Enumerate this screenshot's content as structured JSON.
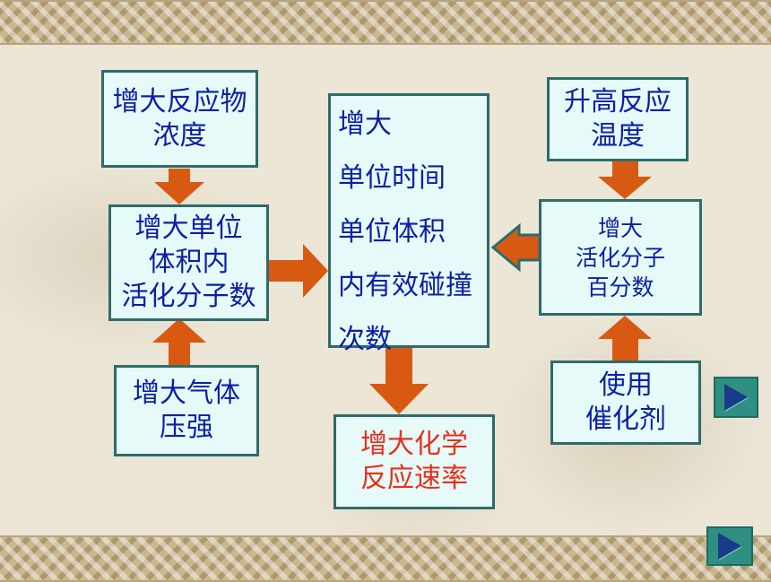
{
  "boxes": {
    "conc_line1": "增大反应物",
    "conc_line2": "浓度",
    "active_line1": "增大单位",
    "active_line2": "体积内",
    "active_line3": "活化分子数",
    "pressure_line1": "增大气体",
    "pressure_line2": "压强",
    "center_line1": "增大",
    "center_line2": "单位时间",
    "center_line3": "单位体积",
    "center_line4": "内有效碰撞",
    "center_line5": "次数",
    "result_line1": "增大化学",
    "result_line2": "反应速率",
    "temp_line1": "升高反应",
    "temp_line2": "温度",
    "percent_line1": "增大",
    "percent_line2": "活化分子",
    "percent_line3": "百分数",
    "catalyst_line1": "使用",
    "catalyst_line2": "催化剂"
  },
  "colors": {
    "box_fill": "#e6fafa",
    "box_border": "#2f6b6b",
    "text_blue": "#0b1fa6",
    "text_red": "#e8301a",
    "arrow_orange": "#d85a12"
  },
  "nav": {
    "next_icon": "play-triangle-icon"
  }
}
